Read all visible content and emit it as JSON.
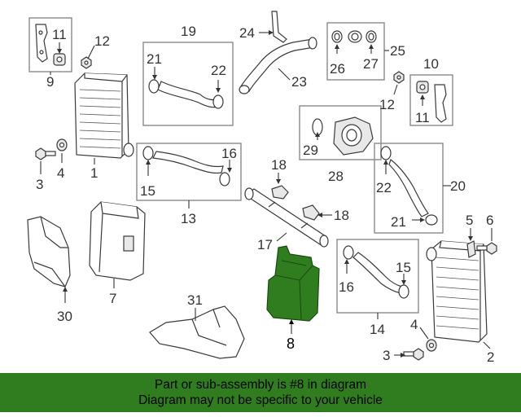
{
  "highlight_color": "#2f7d1e",
  "callouts": {
    "c1": "1",
    "c2": "2",
    "c3a": "3",
    "c3b": "3",
    "c4a": "4",
    "c4b": "4",
    "c5": "5",
    "c6": "6",
    "c7": "7",
    "c8": "8",
    "c9": "9",
    "c10": "10",
    "c11a": "11",
    "c11b": "11",
    "c12a": "12",
    "c12b": "12",
    "c13": "13",
    "c14": "14",
    "c15a": "15",
    "c15b": "15",
    "c16a": "16",
    "c16b": "16",
    "c17": "17",
    "c18a": "18",
    "c18b": "18",
    "c19": "19",
    "c20": "20",
    "c21a": "21",
    "c21b": "21",
    "c22a": "22",
    "c22b": "22",
    "c23": "23",
    "c24": "24",
    "c25": "25",
    "c26": "26",
    "c27": "27",
    "c28": "28",
    "c29": "29",
    "c30": "30",
    "c31": "31"
  },
  "banner": {
    "line1": "Part or sub-assembly is #8 in diagram",
    "line2": "Diagram may not be specific to your vehicle"
  }
}
